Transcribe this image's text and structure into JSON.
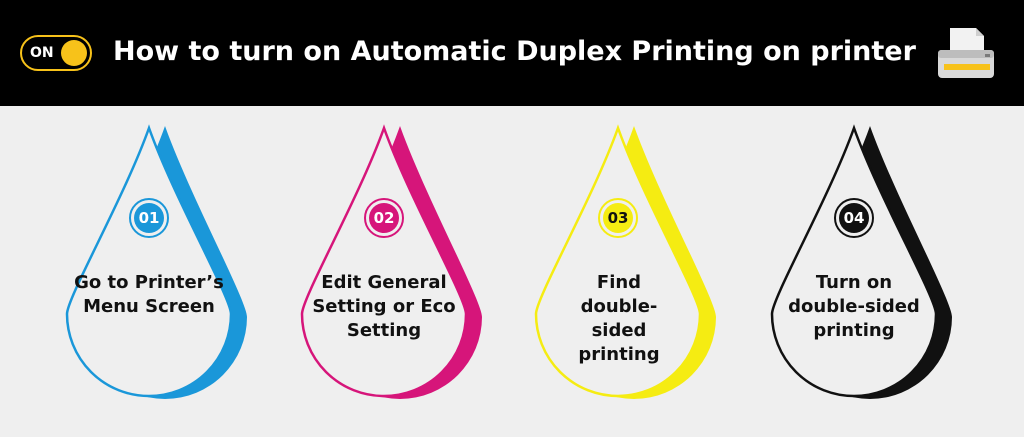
{
  "header": {
    "toggle_label": "ON",
    "title": "How to turn on Automatic Duplex Printing on printer",
    "icon": "printer-icon"
  },
  "colors": {
    "accent_yellow": "#f7c21a",
    "blue": "#1a97d9",
    "magenta": "#d6157a",
    "yellow": "#f5ec12",
    "black": "#111111"
  },
  "steps": [
    {
      "number": "01",
      "label": "Go to Printer’s Menu Screen",
      "color": "#1a97d9",
      "num_text": "#ffffff"
    },
    {
      "number": "02",
      "label": "Edit General Setting or Eco Setting",
      "color": "#d6157a",
      "num_text": "#ffffff"
    },
    {
      "number": "03",
      "label": "Find double-sided printing",
      "color": "#f5ec12",
      "num_text": "#111111"
    },
    {
      "number": "04",
      "label": "Turn on double-sided printing",
      "color": "#111111",
      "num_text": "#ffffff"
    }
  ]
}
